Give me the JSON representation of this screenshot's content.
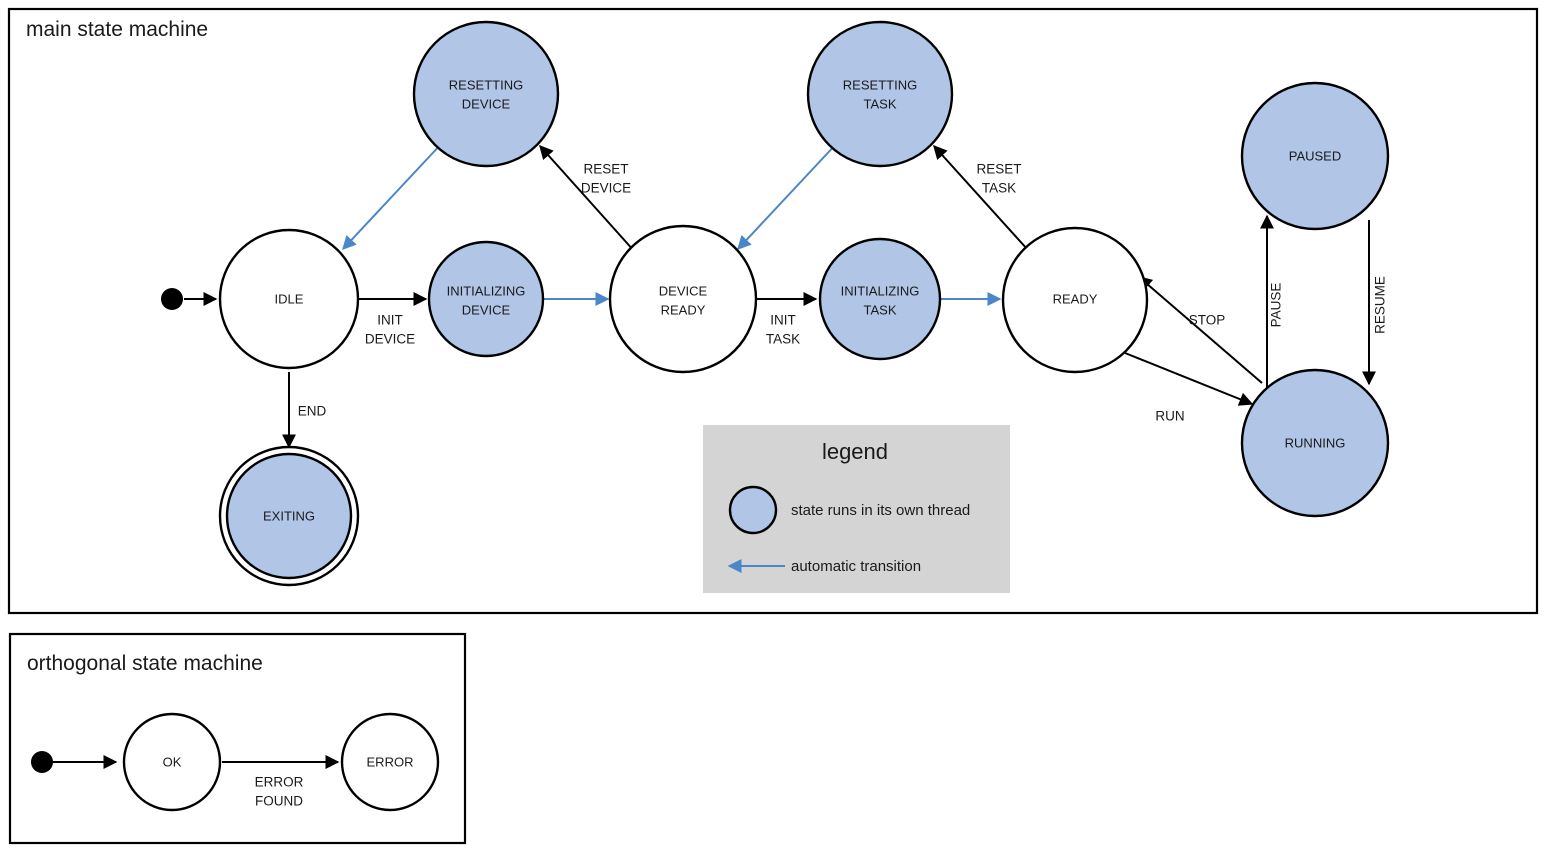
{
  "colors": {
    "thread_fill": "#b1c5e7",
    "plain_fill": "#ffffff",
    "stroke": "#000000",
    "auto_transition": "#4a86c8",
    "legend_bg": "#d4d4d4",
    "text": "#1a1a1a"
  },
  "frames": {
    "main": {
      "title": "main state machine"
    },
    "orthogonal": {
      "title": "orthogonal state machine"
    }
  },
  "main_states": {
    "idle": "IDLE",
    "resetting_device": {
      "line1": "RESETTING",
      "line2": "DEVICE"
    },
    "initializing_device": {
      "line1": "INITIALIZING",
      "line2": "DEVICE"
    },
    "device_ready": {
      "line1": "DEVICE",
      "line2": "READY"
    },
    "resetting_task": {
      "line1": "RESETTING",
      "line2": "TASK"
    },
    "initializing_task": {
      "line1": "INITIALIZING",
      "line2": "TASK"
    },
    "ready": "READY",
    "paused": "PAUSED",
    "running": "RUNNING",
    "exiting": "EXITING"
  },
  "main_transitions": {
    "init_device": {
      "line1": "INIT",
      "line2": "DEVICE"
    },
    "reset_device": {
      "line1": "RESET",
      "line2": "DEVICE"
    },
    "init_task": {
      "line1": "INIT",
      "line2": "TASK"
    },
    "reset_task": {
      "line1": "RESET",
      "line2": "TASK"
    },
    "end": "END",
    "run": "RUN",
    "stop": "STOP",
    "pause": "PAUSE",
    "resume": "RESUME"
  },
  "legend": {
    "title": "legend",
    "thread_text": "state runs in its own thread",
    "auto_text": "automatic transition"
  },
  "orthogonal_states": {
    "ok": "OK",
    "error": "ERROR"
  },
  "orthogonal_transitions": {
    "error_found": {
      "line1": "ERROR",
      "line2": "FOUND"
    }
  }
}
